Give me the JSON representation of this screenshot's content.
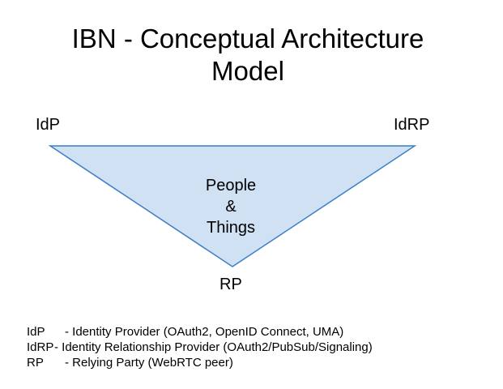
{
  "title": {
    "line1": "IBN - Conceptual Architecture",
    "line2": "Model"
  },
  "nodes": {
    "idp": "IdP",
    "idrp": "IdRP",
    "rp": "RP"
  },
  "center": {
    "line1": "People",
    "line2": "&",
    "line3": "Things"
  },
  "colors": {
    "triangle_fill": "#cfe1f3",
    "triangle_stroke": "#3c7fc4"
  },
  "legend": [
    {
      "abbr": "IdP",
      "desc": "- Identity Provider (OAuth2, OpenID Connect, UMA)"
    },
    {
      "abbr": "IdRP",
      "desc": "- Identity Relationship Provider (OAuth2/PubSub/Signaling)"
    },
    {
      "abbr": "RP",
      "desc": "- Relying Party (WebRTC peer)"
    }
  ]
}
